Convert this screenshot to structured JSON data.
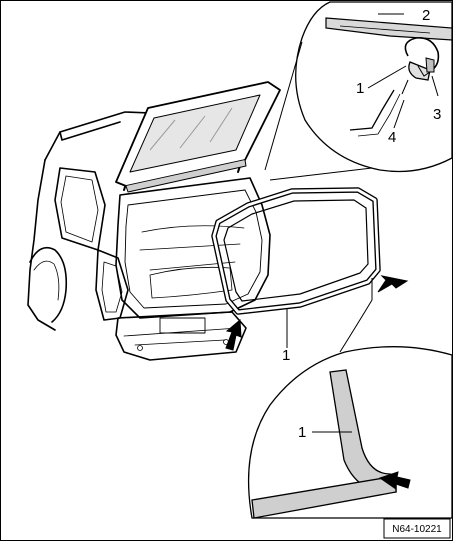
{
  "figure": {
    "reference_code": "N64-10221",
    "callouts": {
      "detail_top_seal": "1",
      "detail_top_roof_trim": "2",
      "detail_top_clip": "3",
      "detail_top_wire": "4",
      "main_seal": "1",
      "detail_bottom_seal": "1"
    }
  }
}
